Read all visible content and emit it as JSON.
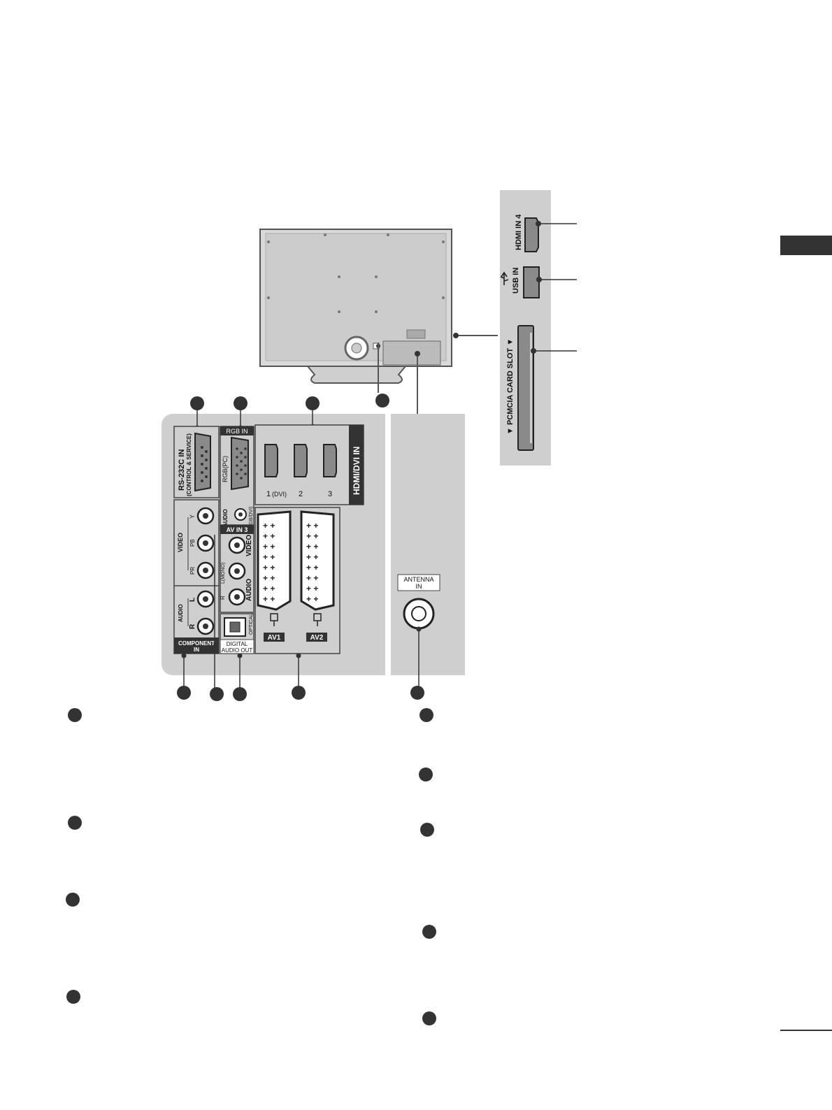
{
  "labels": {
    "rs232": "RS-232C IN",
    "rs232_sub": "(CONTROL & SERVICE)",
    "rgb_in": "RGB IN",
    "rgb_pc": "RGB(PC)",
    "audio": "AUDIO",
    "audio_sub": "(RGB/DVI)",
    "hdmi_dvi_in": "HDMI/DVI IN",
    "hdmi_port_1": "1",
    "hdmi_port_1_sub": "(DVI)",
    "hdmi_port_2": "2",
    "hdmi_port_3": "3",
    "video": "VIDEO",
    "comp_y": "Y",
    "comp_pb": "PB",
    "comp_pr": "PR",
    "audio_l": "L",
    "audio_r": "R",
    "component_in": "COMPONENT",
    "component_in_2": "IN",
    "av_in3": "AV IN 3",
    "av3_video": "VIDEO",
    "av3_audio": "AUDIO",
    "av3_lmono": "L(MONO)",
    "av3_r": "R",
    "optical": "OPTICAL",
    "digital_audio_out": "DIGITAL",
    "digital_audio_out_2": "AUDIO OUT",
    "av1": "AV1",
    "av2": "AV2",
    "antenna_in": "ANTENNA",
    "antenna_in_2": "IN",
    "hdmi_in4": "HDMI IN 4",
    "usb_in": "USB IN",
    "pcmcia": "▼ PCMCIA CARD SLOT ▼"
  },
  "colors": {
    "panel_gray": "#cfcfcf",
    "dark": "#333333",
    "port_gray": "#8a8a8a"
  }
}
